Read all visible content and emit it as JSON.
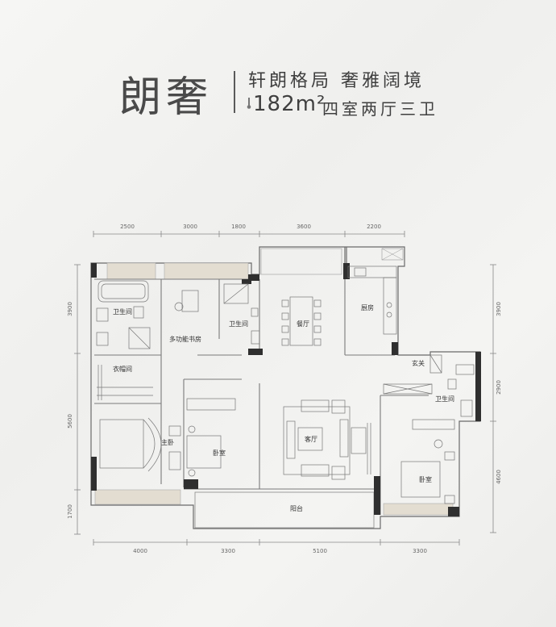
{
  "header": {
    "title": "朗奢",
    "tagline": "轩朗格局  奢雅阔境",
    "area": "182m²",
    "layout": "四室两厅三卫"
  },
  "plan": {
    "top_dims": [
      "2500",
      "3000",
      "1800",
      "3600",
      "2200"
    ],
    "bottom_dims": [
      "4000",
      "3300",
      "5100",
      "3300"
    ],
    "left_dims": [
      "3900",
      "5600",
      "1700"
    ],
    "right_dims": [
      "3900",
      "2900",
      "4600"
    ],
    "rooms": {
      "bath1": "卫生间",
      "study": "多功能书房",
      "bath2": "卫生间",
      "dining": "餐厅",
      "kitchen": "厨房",
      "closet": "衣帽间",
      "master": "主卧",
      "bedroom1": "卧室",
      "living": "客厅",
      "entry": "玄关",
      "bath3": "卫生间",
      "bedroom2": "卧室",
      "balcony": "阳台"
    }
  }
}
